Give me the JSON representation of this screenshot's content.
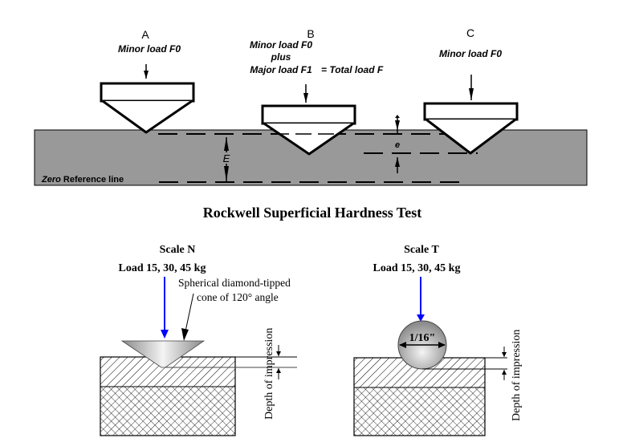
{
  "top_diagram": {
    "stages": [
      {
        "letter": "A",
        "load_lines": [
          "Minor load F0"
        ]
      },
      {
        "letter": "B",
        "load_lines": [
          "Minor load F0",
          "plus",
          "Major load F1"
        ],
        "total_label": "= Total load F"
      },
      {
        "letter": "C",
        "load_lines": [
          "Minor load F0"
        ]
      }
    ],
    "depth_label_E": "E",
    "depth_label_e": "e",
    "reference_line_label_italic": "Zero",
    "reference_line_label_rest": " Reference line",
    "colors": {
      "specimen": "#999999",
      "outline": "#000000",
      "indenter_fill": "#ffffff"
    }
  },
  "bottom_title": "Rockwell Superficial Hardness Test",
  "scales": [
    {
      "name": "Scale N",
      "load": "Load 15, 30, 45 kg",
      "indenter": "cone",
      "indenter_note_lines": [
        "Spherical diamond-tipped",
        "cone of 120° angle"
      ],
      "depth_label": "Depth of impression"
    },
    {
      "name": "Scale T",
      "load": "Load 15, 30, 45 kg",
      "indenter": "ball",
      "ball_diameter": "1/16\"",
      "depth_label": "Depth of impression"
    }
  ],
  "colors": {
    "load_arrow": "#0000ff"
  }
}
